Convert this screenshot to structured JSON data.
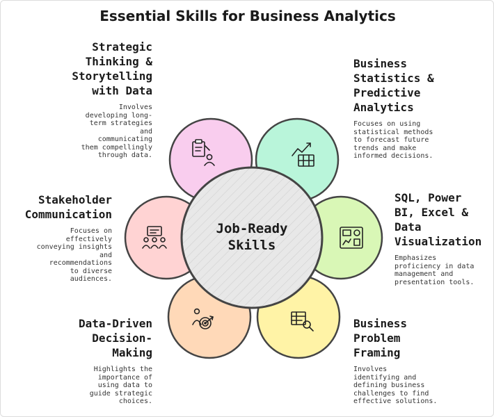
{
  "title": "Essential Skills for Business Analytics",
  "center": {
    "label": "Job-Ready\nSkills",
    "fill": "#e8e8e8"
  },
  "skills": [
    {
      "id": "strategic",
      "heading": "Strategic\nThinking &\nStorytelling\nwith Data",
      "description": "Involves\ndeveloping long-\nterm strategies\nand\ncommunicating\nthem compellingly\nthrough data.",
      "color": "#f9cdee",
      "icon": "clipboard-person-icon"
    },
    {
      "id": "statistics",
      "heading": "Business\nStatistics &\nPredictive\nAnalytics",
      "description": "Focuses on using\nstatistical methods\nto forecast future\ntrends and make\ninformed decisions.",
      "color": "#b9f5da",
      "icon": "growth-chart-icon"
    },
    {
      "id": "stakeholder",
      "heading": "Stakeholder\nCommunication",
      "description": "Focuses on\neffectively\nconveying insights\nand\nrecommendations\nto diverse\naudiences.",
      "color": "#ffd3d3",
      "icon": "presentation-group-icon"
    },
    {
      "id": "tools",
      "heading": "SQL, Power\nBI, Excel &\nData\nVisualization",
      "description": "Emphasizes\nproficiency in data\nmanagement and\npresentation tools.",
      "color": "#d9f7b6",
      "icon": "dashboard-icon"
    },
    {
      "id": "decision",
      "heading": "Data-Driven\nDecision-\nMaking",
      "description": "Highlights the\nimportance of\nusing data to\nguide strategic\nchoices.",
      "color": "#ffd9b8",
      "icon": "target-person-icon"
    },
    {
      "id": "framing",
      "heading": "Business\nProblem\nFraming",
      "description": "Involves\nidentifying and\ndefining business\nchallenges to find\neffective solutions.",
      "color": "#fff3a6",
      "icon": "table-search-icon"
    }
  ]
}
